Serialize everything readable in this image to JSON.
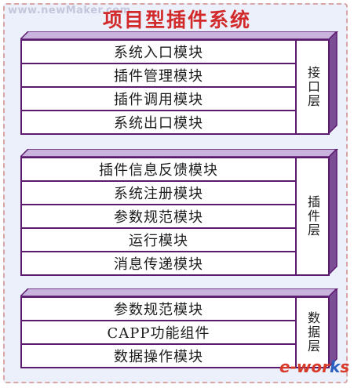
{
  "title": "项目型插件系统",
  "watermark": "www.newMaker.com",
  "logo": "e-works",
  "colors": {
    "border": "#5b1a6e",
    "face_top": "#c9b4dd",
    "face_side": "#7a4d95",
    "title": "#d22a2a",
    "background": "#ecf0fb"
  },
  "layers": [
    {
      "label": "接口层",
      "modules": [
        "系统入口模块",
        "插件管理模块",
        "插件调用模块",
        "系统出口模块"
      ]
    },
    {
      "label": "插件层",
      "modules": [
        "插件信息反馈模块",
        "系统注册模块",
        "参数规范模块",
        "运行模块",
        "消息传递模块"
      ]
    },
    {
      "label": "数据层",
      "modules": [
        "参数规范模块",
        "CAPP功能组件",
        "数据操作模块"
      ]
    }
  ]
}
